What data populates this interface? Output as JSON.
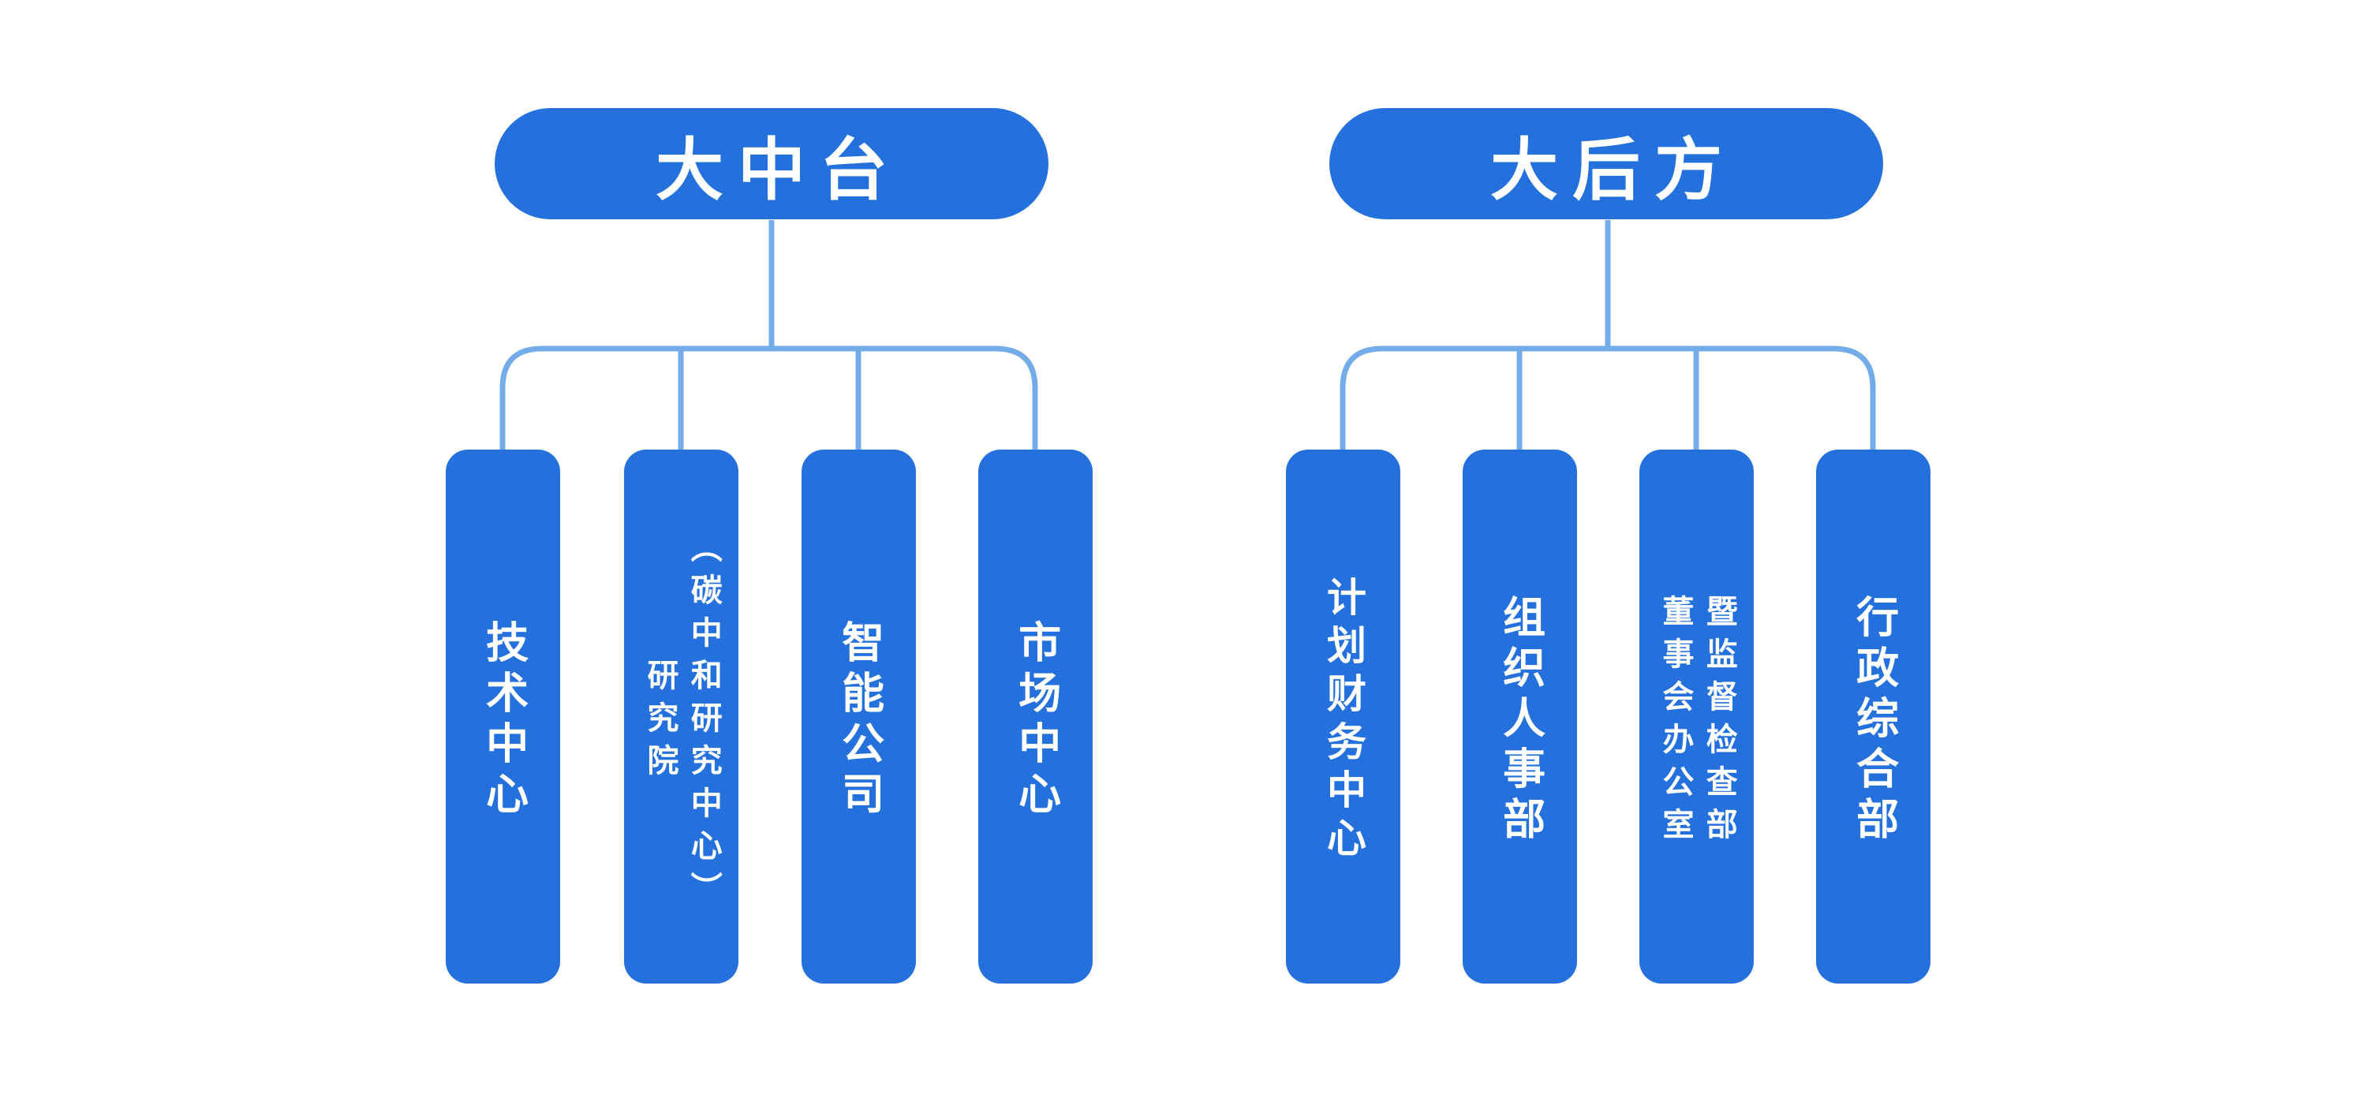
{
  "diagram": {
    "colors": {
      "node_fill": "#2471DD",
      "connector": "#74ACE9",
      "label_text": "#FFFFFF",
      "background": "#FFFFFF"
    },
    "groups": [
      {
        "root": {
          "label": "大中台"
        },
        "children": [
          {
            "label": "技术中心"
          },
          {
            "label": "研究院\n（碳中和研究中心）"
          },
          {
            "label": "智能公司"
          },
          {
            "label": "市场中心"
          }
        ]
      },
      {
        "root": {
          "label": "大后方"
        },
        "children": [
          {
            "label": "计划财务中心"
          },
          {
            "label": "组织人事部"
          },
          {
            "label": "董事会办公室\n暨监督检查部"
          },
          {
            "label": "行政综合部"
          }
        ]
      }
    ]
  }
}
